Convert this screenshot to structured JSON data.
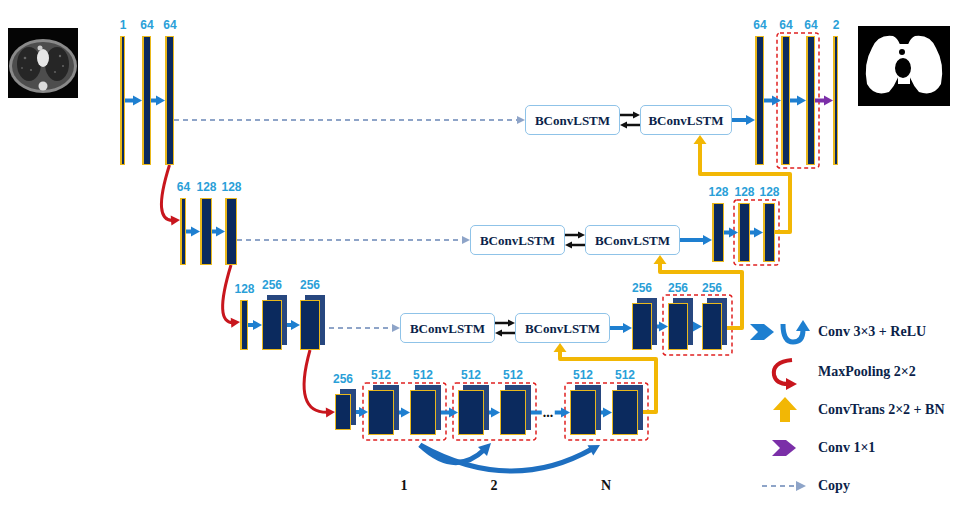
{
  "diagram": {
    "nodes": [
      {
        "text": [
          "1"
        ]
      },
      {
        "text": [
          "64"
        ]
      },
      {
        "text": [
          "64"
        ]
      },
      {
        "text": [
          "64"
        ]
      },
      {
        "text": [
          "128"
        ]
      },
      {
        "text": [
          "128"
        ]
      },
      {
        "text": [
          "128"
        ]
      },
      {
        "text": [
          "256"
        ]
      },
      {
        "text": [
          "256"
        ]
      },
      {
        "text": [
          "256"
        ]
      },
      {
        "text": [
          "512"
        ]
      },
      {
        "text": [
          "512"
        ]
      },
      {
        "text": [
          "512"
        ]
      },
      {
        "text": [
          "512"
        ]
      },
      {
        "text": [
          "512"
        ]
      },
      {
        "text": [
          "512"
        ]
      },
      {
        "text": [
          "BConvLSTM"
        ]
      },
      {
        "text": [
          "BConvLSTM"
        ]
      },
      {
        "text": [
          "256"
        ]
      },
      {
        "text": [
          "256"
        ]
      },
      {
        "text": [
          "256"
        ]
      },
      {
        "text": [
          "BConvLSTM"
        ]
      },
      {
        "text": [
          "BConvLSTM"
        ]
      },
      {
        "text": [
          "128"
        ]
      },
      {
        "text": [
          "128"
        ]
      },
      {
        "text": [
          "128"
        ]
      },
      {
        "text": [
          "BConvLSTM"
        ]
      },
      {
        "text": [
          "BConvLSTM"
        ]
      },
      {
        "text": [
          "64"
        ]
      },
      {
        "text": [
          "64"
        ]
      },
      {
        "text": [
          "64"
        ]
      },
      {
        "text": [
          "2"
        ]
      }
    ],
    "edges": [
      {
        "from": 0,
        "to": 1,
        "arrow": "to"
      },
      {
        "from": 1,
        "to": 2,
        "arrow": "to"
      },
      {
        "from": 2,
        "to": 3,
        "arrow": "to"
      },
      {
        "from": 3,
        "to": 4,
        "arrow": "to"
      },
      {
        "from": 4,
        "to": 5,
        "arrow": "to"
      },
      {
        "from": 5,
        "to": 6,
        "arrow": "to"
      },
      {
        "from": 6,
        "to": 7,
        "arrow": "to"
      },
      {
        "from": 7,
        "to": 8,
        "arrow": "to"
      },
      {
        "from": 8,
        "to": 9,
        "arrow": "to"
      },
      {
        "from": 9,
        "to": 10,
        "arrow": "to"
      },
      {
        "from": 10,
        "to": 11,
        "arrow": "to"
      },
      {
        "from": 11,
        "to": 12,
        "arrow": "to"
      },
      {
        "from": 12,
        "to": 13,
        "arrow": "to"
      },
      {
        "from": 13,
        "to": 14,
        "label": "...",
        "arrow": "to"
      },
      {
        "from": 14,
        "to": 15,
        "arrow": "to"
      },
      {
        "from": 2,
        "to": 26,
        "arrow": "to"
      },
      {
        "from": 5,
        "to": 21,
        "arrow": "to"
      },
      {
        "from": 8,
        "to": 16,
        "arrow": "to"
      },
      {
        "from": 16,
        "to": 17,
        "arrow": "both"
      },
      {
        "from": 21,
        "to": 22,
        "arrow": "both"
      },
      {
        "from": 26,
        "to": 27,
        "arrow": "both"
      },
      {
        "from": 15,
        "to": 17,
        "arrow": "to"
      },
      {
        "from": 17,
        "to": 18,
        "arrow": "to"
      },
      {
        "from": 18,
        "to": 19,
        "arrow": "to"
      },
      {
        "from": 19,
        "to": 20,
        "arrow": "to"
      },
      {
        "from": 20,
        "to": 22,
        "arrow": "to"
      },
      {
        "from": 22,
        "to": 23,
        "arrow": "to"
      },
      {
        "from": 23,
        "to": 24,
        "arrow": "to"
      },
      {
        "from": 24,
        "to": 25,
        "arrow": "to"
      },
      {
        "from": 25,
        "to": 27,
        "arrow": "to"
      },
      {
        "from": 27,
        "to": 28,
        "arrow": "to"
      },
      {
        "from": 28,
        "to": 29,
        "arrow": "to"
      },
      {
        "from": 29,
        "to": 30,
        "arrow": "to"
      },
      {
        "from": 30,
        "to": 31,
        "arrow": "to"
      }
    ],
    "labels": [
      "1",
      "2",
      "N"
    ],
    "legend": [
      {
        "text": "Conv 3×3 + ReLU"
      },
      {
        "text": "MaxPooling 2×2"
      },
      {
        "text": "ConvTrans 2×2 + BN"
      },
      {
        "text": "Conv 1×1"
      },
      {
        "text": "Copy"
      }
    ]
  }
}
